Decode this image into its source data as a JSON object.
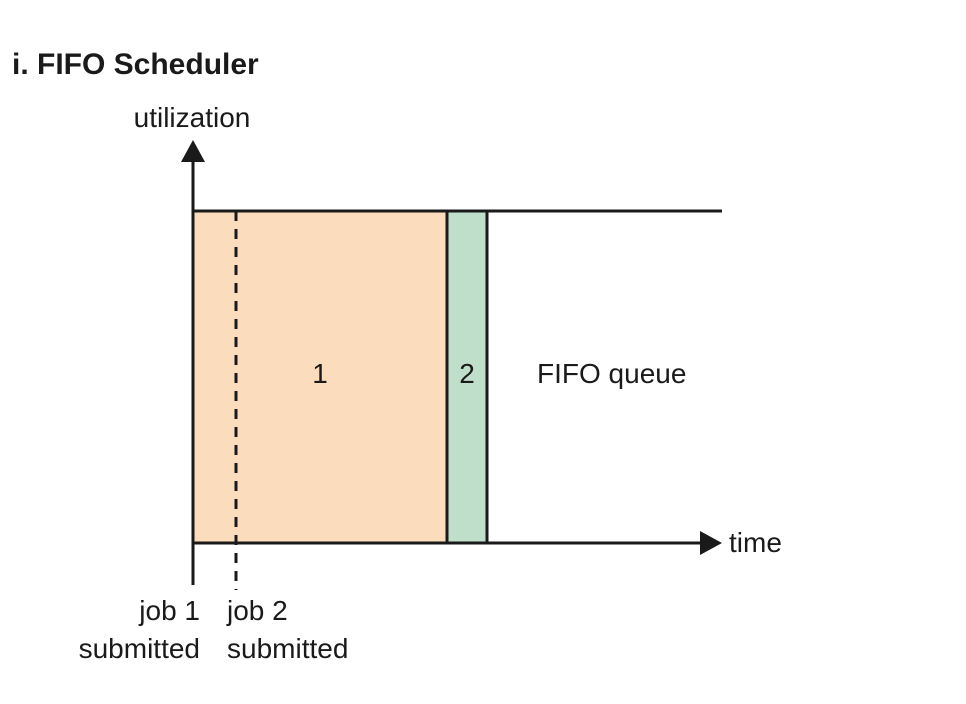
{
  "title": "i. FIFO Scheduler",
  "axes": {
    "y_label": "utilization",
    "x_label": "time"
  },
  "jobs": [
    {
      "label": "1",
      "color": "#fbdcbc"
    },
    {
      "label": "2",
      "color": "#bfdfcb"
    }
  ],
  "queue_label": "FIFO queue",
  "events": {
    "job1": {
      "line1": "job 1",
      "line2": "submitted"
    },
    "job2": {
      "line1": "job 2",
      "line2": "submitted"
    }
  },
  "colors": {
    "line": "#1a1a1a",
    "text": "#1a1a1a"
  }
}
